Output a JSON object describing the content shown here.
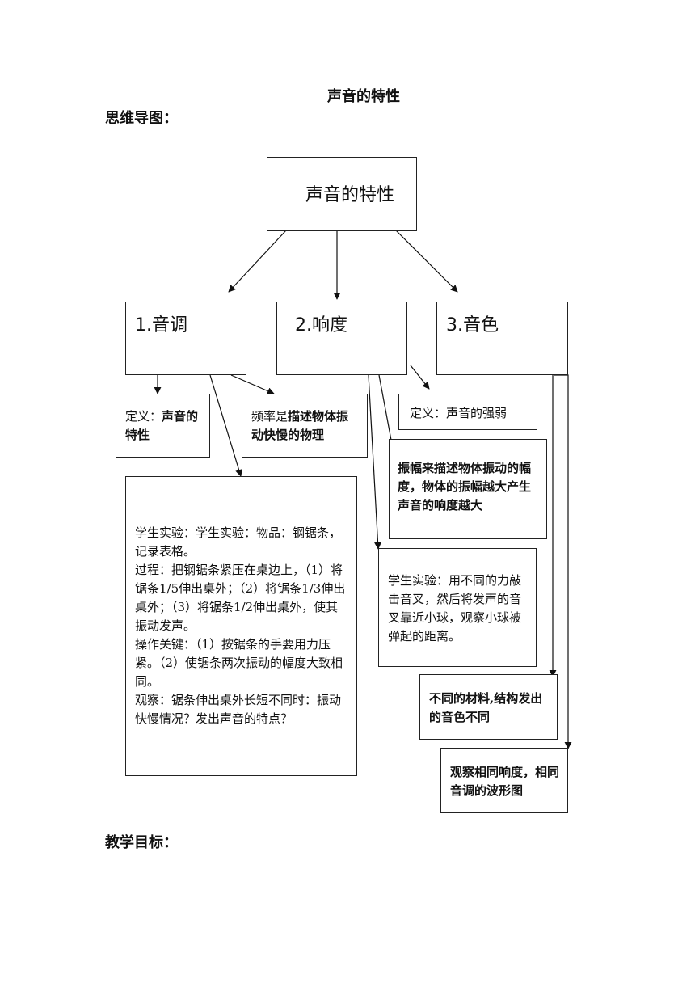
{
  "title": "声音的特性",
  "mindmap_heading": "思维导图：",
  "goals_heading": "教学目标：",
  "root": "声音的特性",
  "branches": {
    "pitch": "1.音调",
    "loudness": "2.响度",
    "timbre": "3.音色"
  },
  "pitch": {
    "definition_prefix": "定义：",
    "definition_bold": "声音的特性",
    "frequency_prefix": "频率是",
    "frequency_bold": "描述物体振动快慢的物理",
    "experiment": [
      "学生实验：学生实验：物品：钢锯条，记录表格。",
      "过程：把钢锯条紧压在桌边上，（1）将锯条1/5伸出桌外；（2）将锯条1/3伸出桌外；（3）将锯条1/2伸出桌外，使其振动发声。",
      "操作关键：（1）按锯条的手要用力压紧。（2）使锯条两次振动的幅度大致相同。",
      "观察：锯条伸出桌外长短不同时：振动快慢情况？发出声音的特点？"
    ]
  },
  "loudness": {
    "definition": "定义：声音的强弱",
    "amplitude": "振幅来描述物体振动的幅度，物体的振幅越大产生声音的响度越大",
    "experiment": "学生实验：用不同的力敲击音叉，然后将发声的音叉靠近小球，观察小球被弹起的距离。"
  },
  "timbre": {
    "materials": "不同的材料,结构发出的音色不同",
    "observe": "观察相同响度，相同音调的波形图"
  }
}
